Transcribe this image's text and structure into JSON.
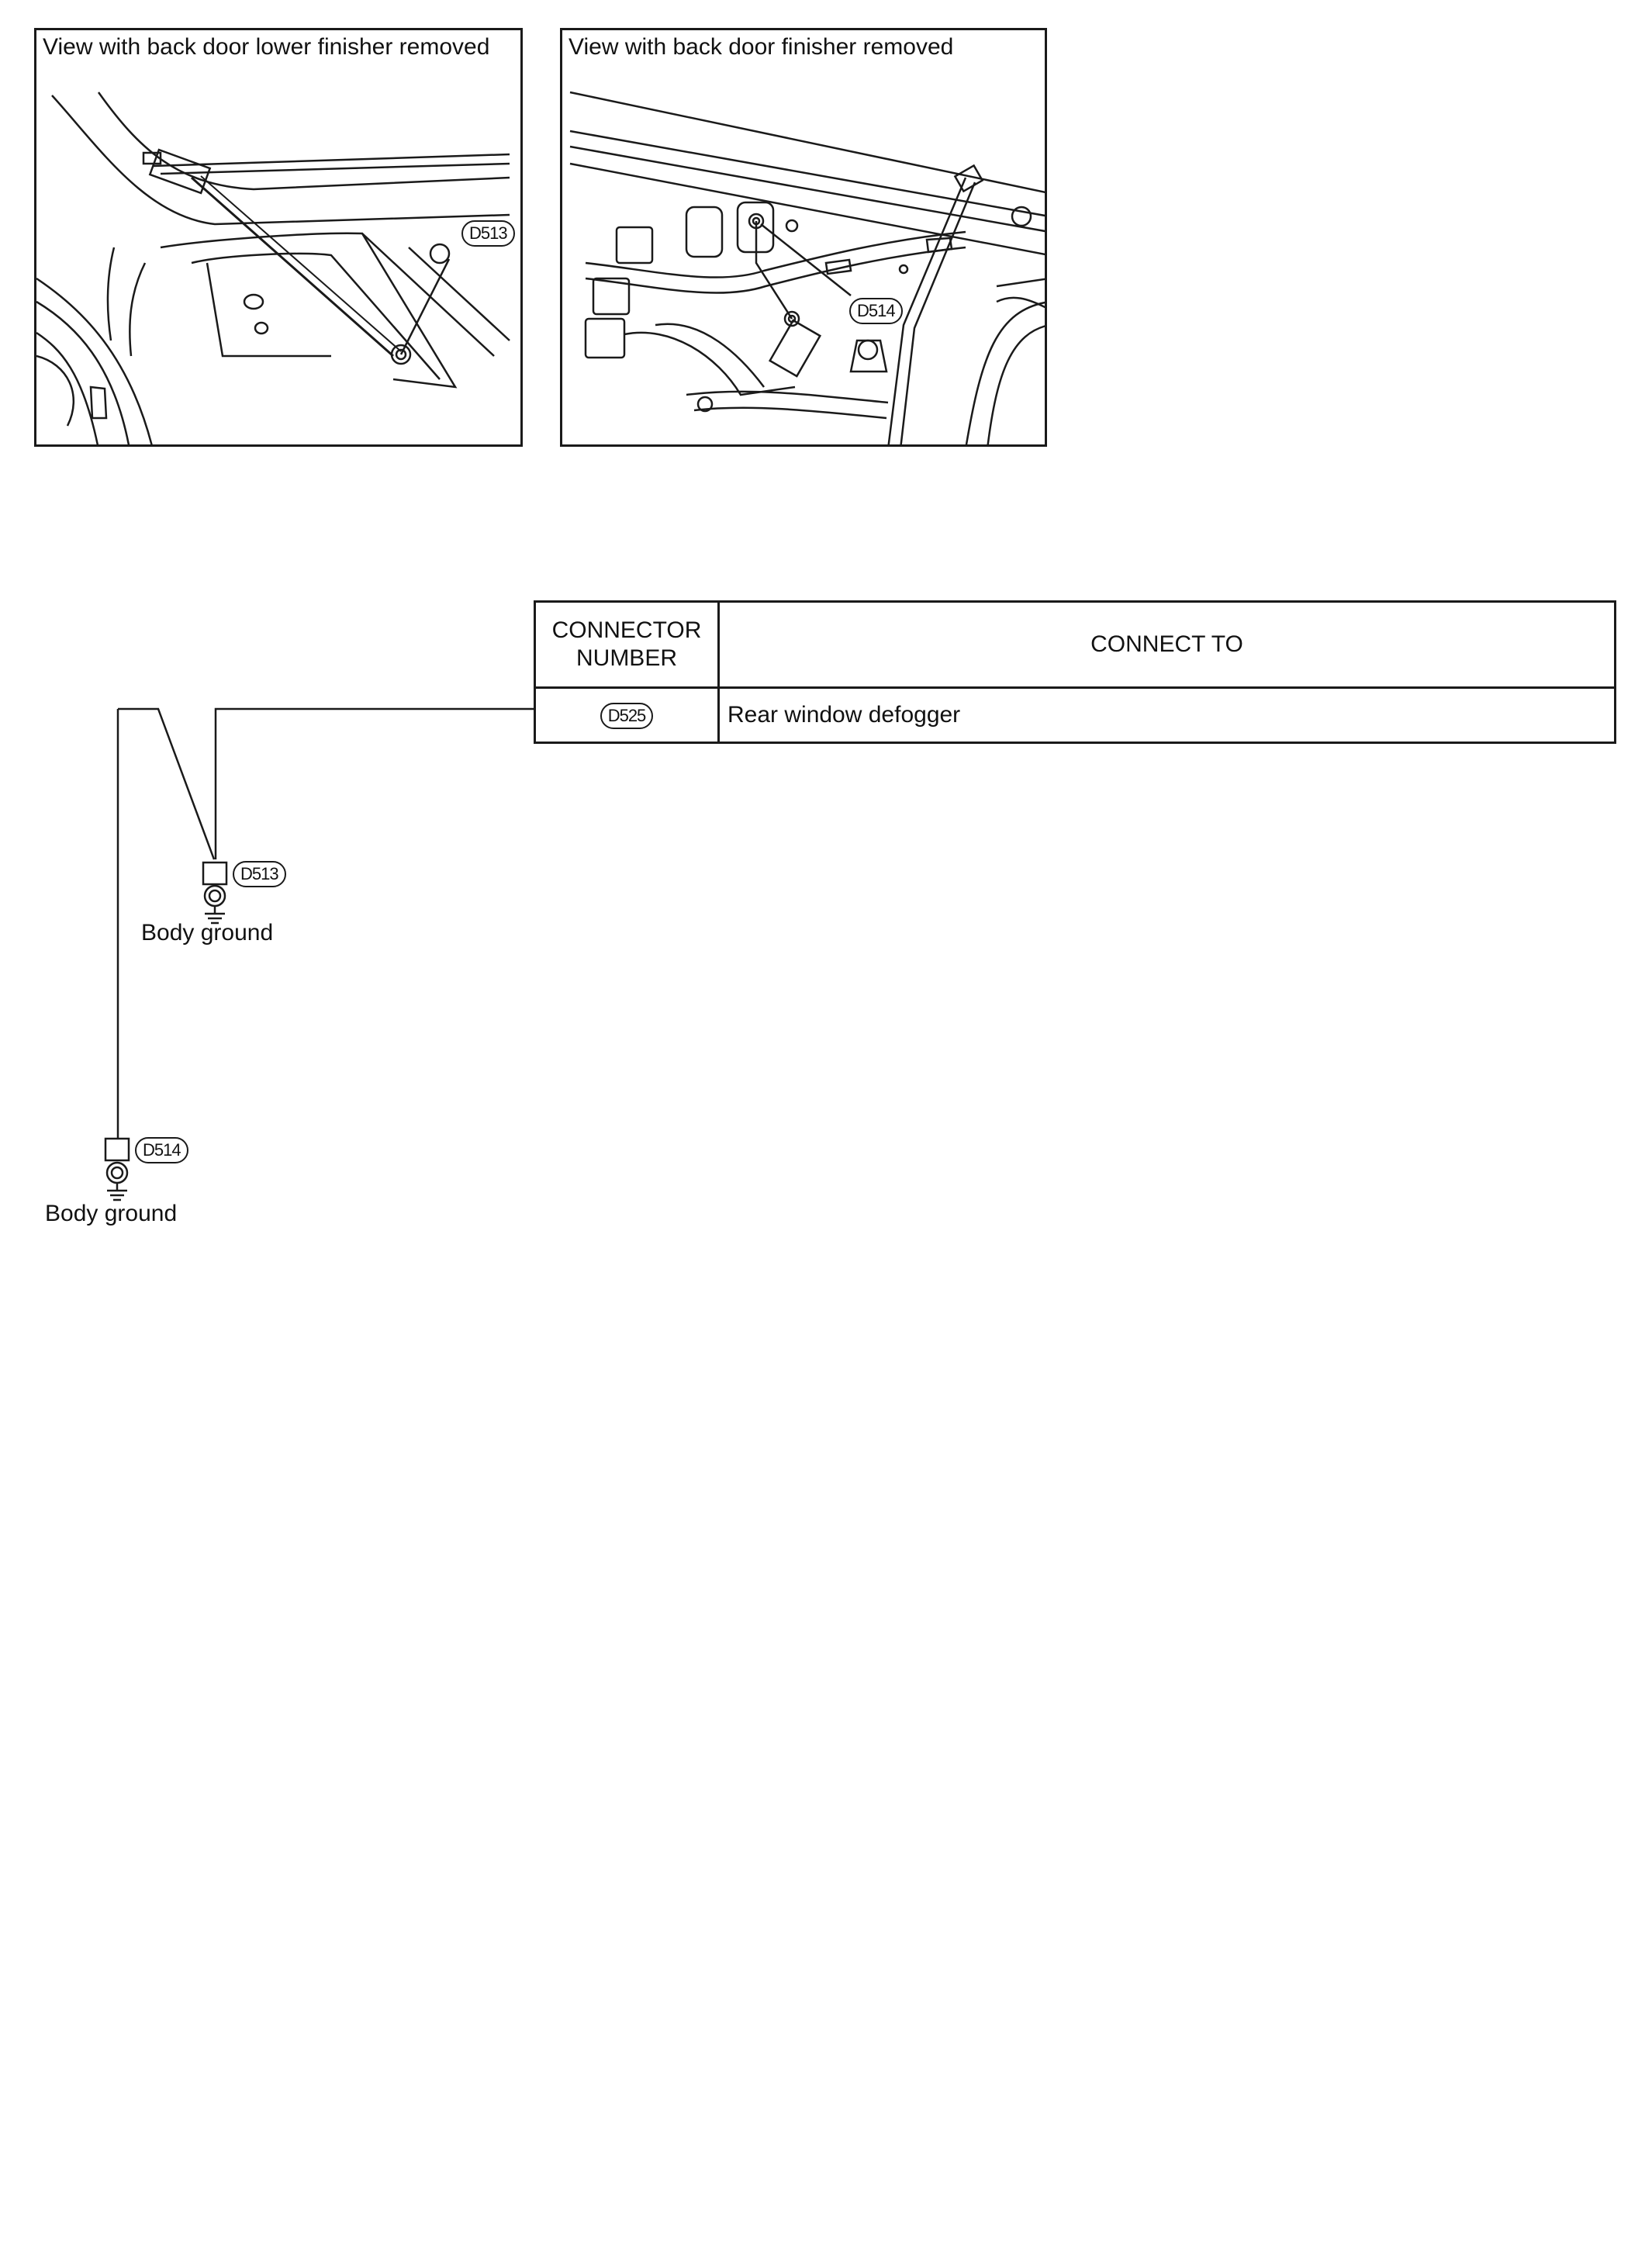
{
  "panels": [
    {
      "caption": "View with back door lower finisher removed",
      "callout": "D513"
    },
    {
      "caption": "View with back door finisher removed",
      "callout": "D514"
    }
  ],
  "table": {
    "headers": [
      "CONNECTOR NUMBER",
      "CONNECT TO"
    ],
    "rows": [
      {
        "connector": "D525",
        "connect_to": "Rear window defogger"
      }
    ]
  },
  "grounds": [
    {
      "connector": "D513",
      "label": "Body ground"
    },
    {
      "connector": "D514",
      "label": "Body ground"
    }
  ]
}
